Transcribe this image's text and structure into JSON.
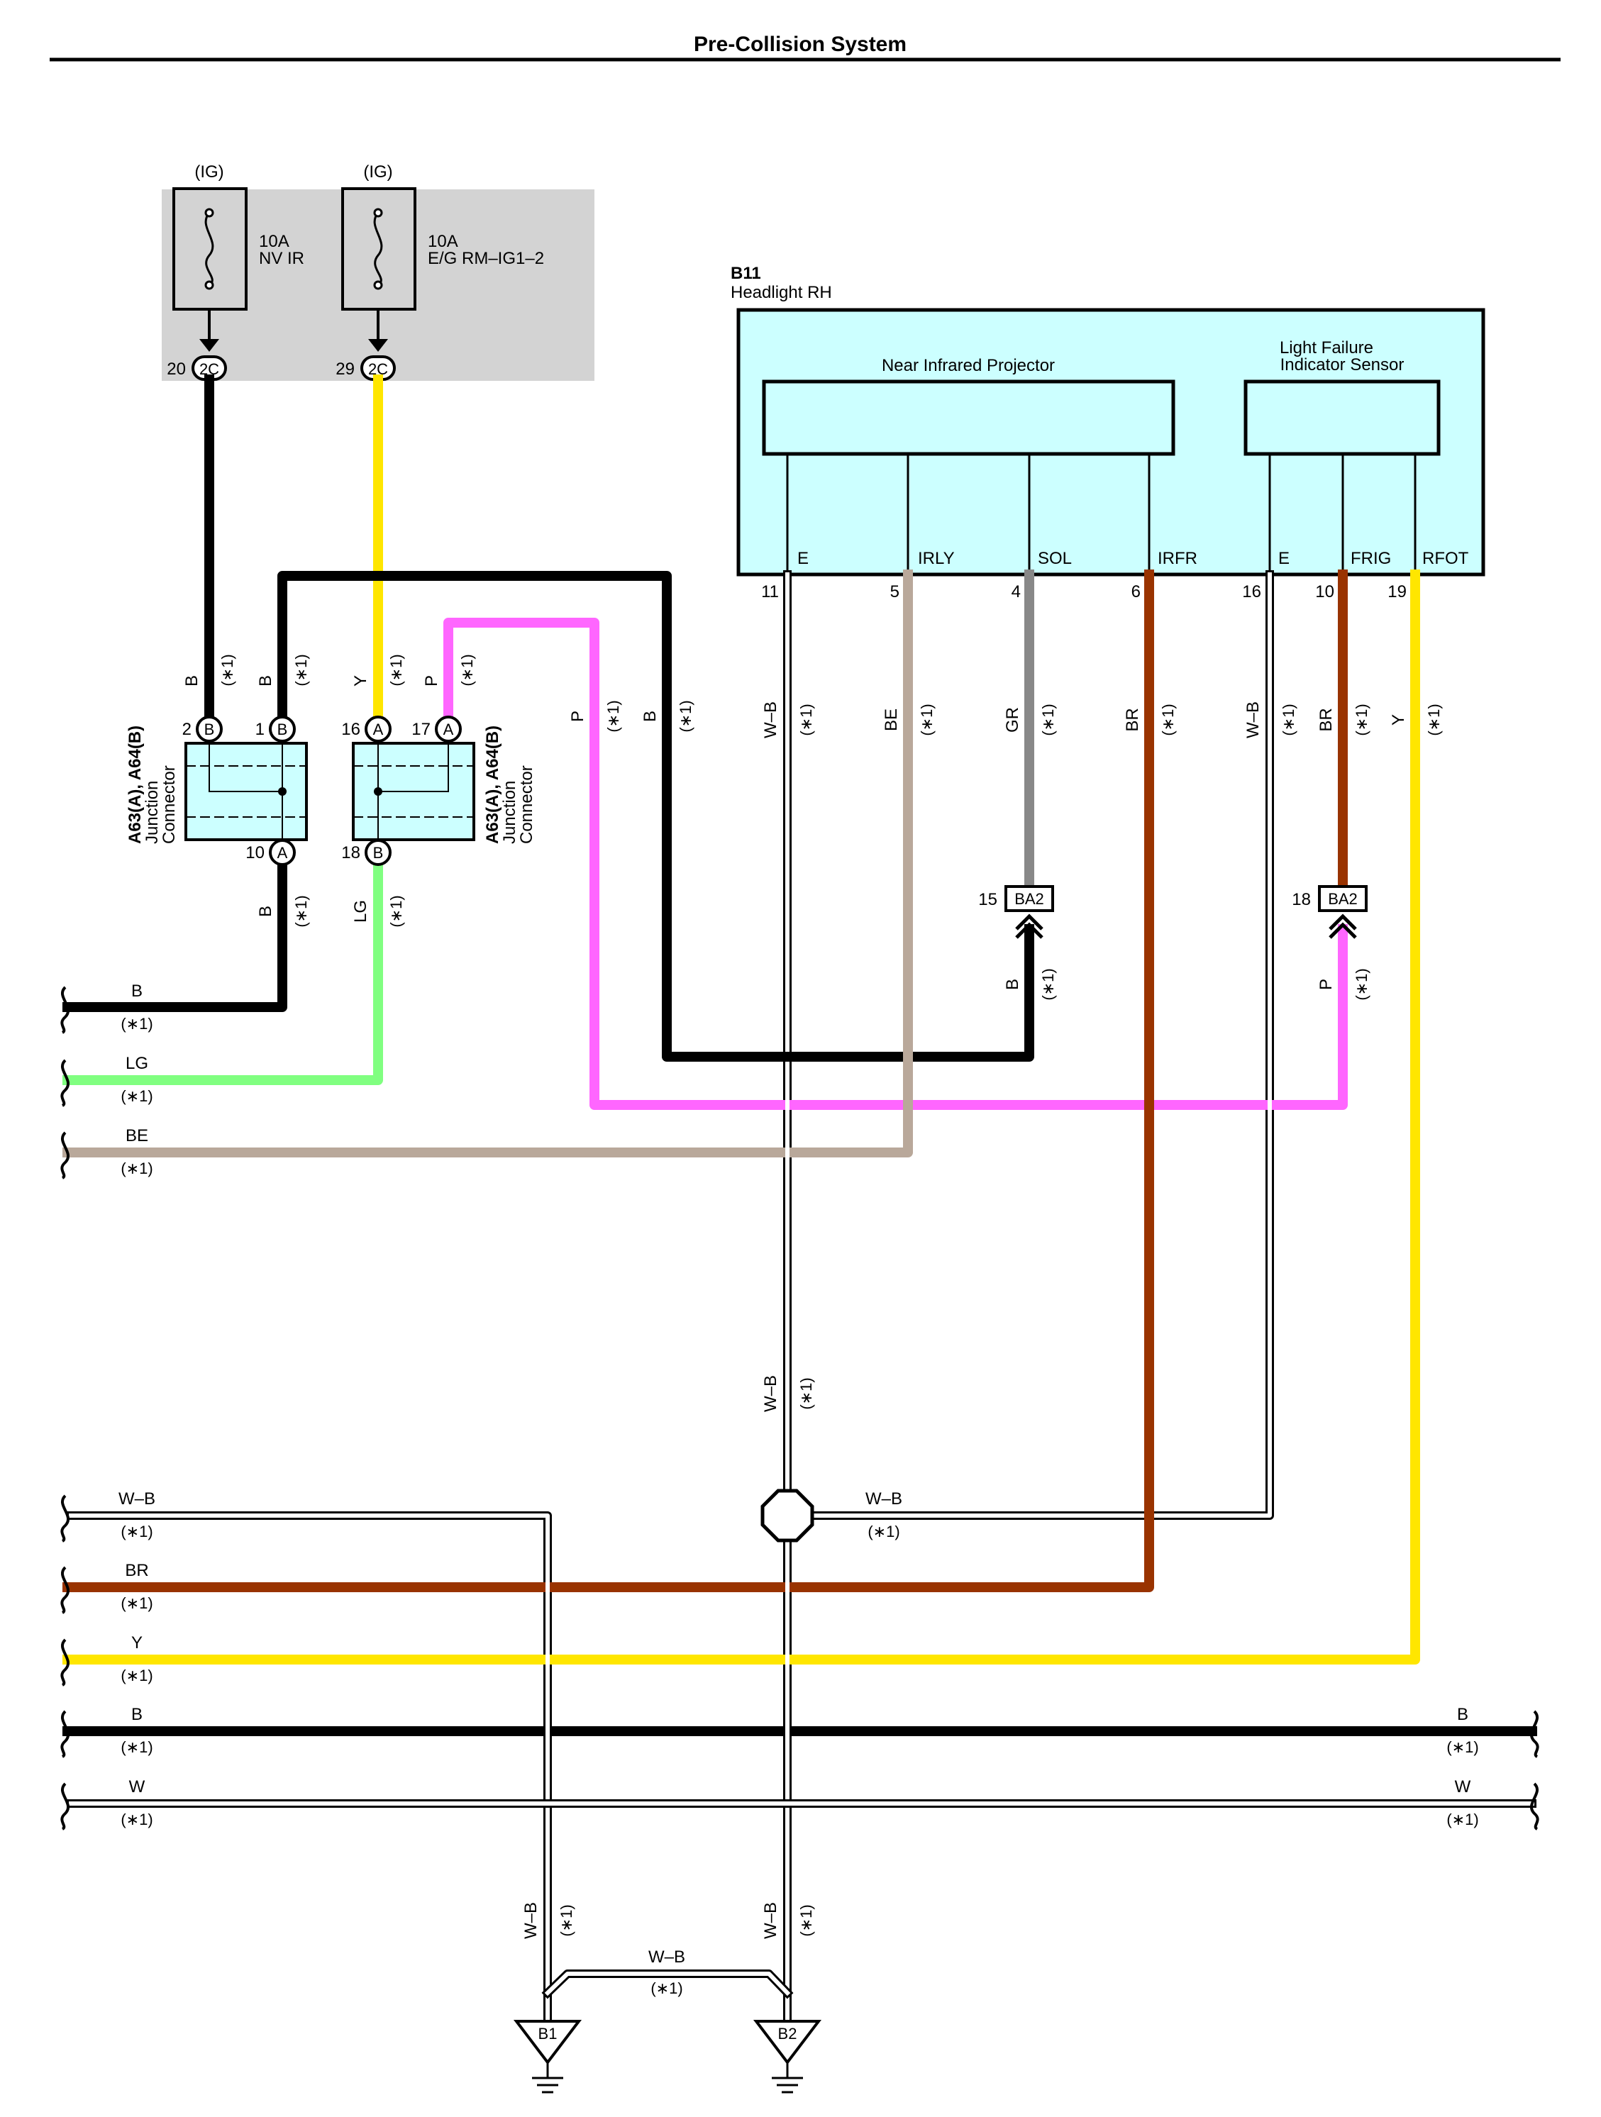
{
  "title": "Pre-Collision System",
  "colors": {
    "B": "#000000",
    "Y": "#ffe600",
    "P": "#ff66ff",
    "LG": "#80ff80",
    "BE": "#b9a89a",
    "GR": "#888888",
    "BR": "#993300",
    "fuse_box": "#d3d3d3",
    "connector_fill": "#ccffff"
  },
  "fuses": [
    {
      "supply": "(IG)",
      "rating": "10A",
      "name": "NV IR",
      "pin": "20",
      "conn": "2C"
    },
    {
      "supply": "(IG)",
      "rating": "10A",
      "name": "E/G RM–IG1–2",
      "pin": "29",
      "conn": "2C"
    }
  ],
  "headlight": {
    "code": "B11",
    "name": "Headlight RH",
    "sub1": "Near Infrared Projector",
    "sub2_line1": "Light Failure",
    "sub2_line2": "Indicator Sensor",
    "terminals": [
      {
        "name": "E",
        "pin": "11",
        "wire": "W–B"
      },
      {
        "name": "IRLY",
        "pin": "5",
        "wire": "BE"
      },
      {
        "name": "SOL",
        "pin": "4",
        "wire": "GR"
      },
      {
        "name": "IRFR",
        "pin": "6",
        "wire": "BR"
      },
      {
        "name": "E",
        "pin": "16",
        "wire": "W–B"
      },
      {
        "name": "FRIG",
        "pin": "10",
        "wire": "BR"
      },
      {
        "name": "RFOT",
        "pin": "19",
        "wire": "Y"
      }
    ]
  },
  "note": "(∗1)",
  "junction": {
    "label_code": "A63(A), A64(B)",
    "label_line2": "Junction",
    "label_line3": "Connector",
    "left": {
      "top_pins": [
        "2",
        "1"
      ],
      "top_letters": [
        "B",
        "B"
      ],
      "bottom_pin": "10",
      "bottom_letter": "A"
    },
    "right": {
      "top_pins": [
        "16",
        "17"
      ],
      "top_letters": [
        "A",
        "A"
      ],
      "bottom_pin": "18",
      "bottom_letter": "B"
    }
  },
  "inline_connectors": [
    {
      "pin": "15",
      "code": "BA2",
      "in_wire": "GR",
      "out_wire": "B"
    },
    {
      "pin": "18",
      "code": "BA2",
      "in_wire": "BR",
      "out_wire": "P"
    }
  ],
  "wire_labels": {
    "B": "B",
    "Y": "Y",
    "P": "P",
    "LG": "LG",
    "BE": "BE",
    "GR": "GR",
    "BR": "BR",
    "WB": "W–B",
    "W": "W"
  },
  "grounds": [
    "B1",
    "B2"
  ]
}
